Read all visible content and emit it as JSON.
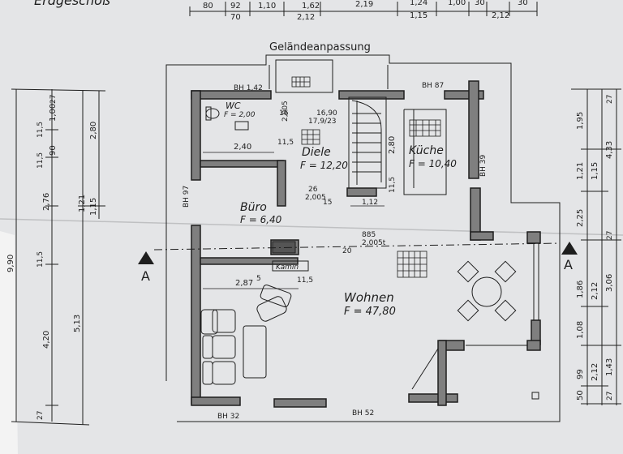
{
  "sheet": {
    "header_partial": "Erdgeschoß",
    "terrain_label": "Geländeanpassung",
    "section_marker": "A"
  },
  "top_dimensions": {
    "row1": [
      "80",
      "92",
      "1,10",
      "1,62",
      "2,19",
      "1,24",
      "1,00",
      "30",
      "30"
    ],
    "row2": [
      "70",
      "2,12",
      "1,15",
      "2,12"
    ]
  },
  "rooms": {
    "wc": {
      "name": "WC",
      "area": "F = 2,00"
    },
    "diele": {
      "name": "Diele",
      "area": "F = 12,20"
    },
    "kueche": {
      "name": "Küche",
      "area": "F = 10,40"
    },
    "buero": {
      "name": "Büro",
      "area": "F = 6,40"
    },
    "wohnen": {
      "name": "Wohnen",
      "area": "F = 47,80"
    }
  },
  "annotations": {
    "kamin": "Kamin",
    "bh_142": "BH 1,42",
    "bh_87": "BH 87",
    "bh_97": "BH 97",
    "bh_39": "BH 39",
    "bh_32": "BH 32",
    "bh_52": "BH 52",
    "stair_steps": "16,90",
    "stair_rise": "17,9/23",
    "wc_door": "2,005",
    "wc_door_2": "16",
    "diele_width": "2,40",
    "diele_sup": "11,5",
    "stair_width": "2,80",
    "stair_opening": "1,12",
    "stair_small": "11,5",
    "buero_door_a": "26",
    "buero_door_b": "2,005",
    "buero_door_c": "15",
    "living_door_a": "885",
    "living_door_b": "2,005t",
    "living_door_c": "20",
    "buero_width": "2,87",
    "buero_sup": "5",
    "buero_small": "11,5"
  },
  "left_dimensions": {
    "outer": [
      "9,90",
      "5,13"
    ],
    "middle": [
      "2,76",
      "4,20"
    ],
    "inner": [
      "90",
      "1,00",
      "2,80",
      "1,21",
      "1,15",
      "11,5",
      "11,5",
      "11,5",
      "27",
      "27"
    ]
  },
  "right_dimensions": {
    "col1": [
      "1,95",
      "1,21",
      "2,25",
      "1,86",
      "1,08",
      "50",
      "99"
    ],
    "col2": [
      "1,15",
      "2,12",
      "2,12"
    ],
    "col3": [
      "4,33",
      "3,06",
      "1,43"
    ],
    "ends": [
      "27",
      "27",
      "27"
    ]
  },
  "colors": {
    "paper": "#e4e5e7",
    "ink": "#1e1e1e",
    "wall_fill": "#7f7f7f",
    "background": "#cfd0d2"
  }
}
